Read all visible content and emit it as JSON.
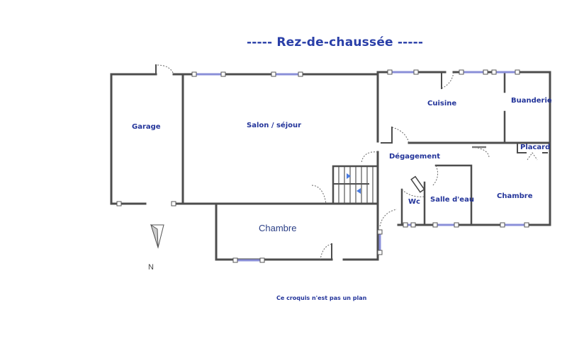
{
  "title": "-----  Rez-de-chaussée  -----",
  "rooms": {
    "garage": "Garage",
    "salon": "Salon / séjour",
    "cuisine": "Cuisine",
    "buanderie": "Buanderie",
    "placard": "Placard",
    "degagement": "Dégagement",
    "chambre_east": "Chambre",
    "salle_eau": "Salle d'eau",
    "wc": "Wc",
    "chambre_south": "Chambre"
  },
  "compass": {
    "label": "N",
    "icon": "north-arrow-icon"
  },
  "footer_note": "Ce croquis n'est pas un plan",
  "colors": {
    "text": "#23349a",
    "wall": "#555555",
    "window": "#8a8fd8"
  }
}
